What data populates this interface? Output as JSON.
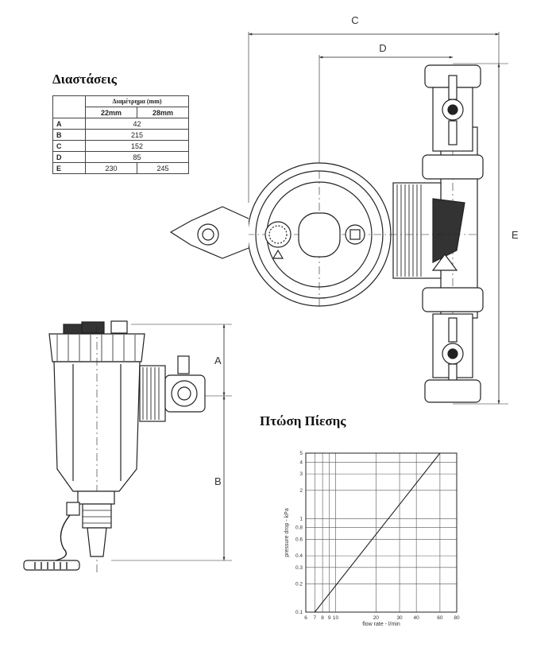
{
  "dimensions": {
    "title": "Διαστάσεις",
    "header": "Διαμέτρημα (mm)",
    "sub_headers": [
      "22mm",
      "28mm"
    ],
    "rows": [
      {
        "label": "A",
        "value": "42"
      },
      {
        "label": "B",
        "value": "215"
      },
      {
        "label": "C",
        "value": "152"
      },
      {
        "label": "D",
        "value": "85"
      },
      {
        "label": "E",
        "v22": "230",
        "v28": "245"
      }
    ]
  },
  "drawing_labels": {
    "A": "A",
    "B": "B",
    "C": "C",
    "D": "D",
    "E": "E"
  },
  "chart_title": "Πτώση Πίεσης",
  "chart_data": {
    "type": "line",
    "xlabel": "flow rate - l/min",
    "ylabel": "pressure drop - kPa",
    "x_scale": "log",
    "y_scale": "log",
    "xlim": [
      6,
      80
    ],
    "ylim": [
      0.1,
      5
    ],
    "x_ticks": [
      6,
      7,
      8,
      9,
      10,
      20,
      30,
      40,
      60,
      80
    ],
    "x_tick_labels": [
      "6",
      "7",
      "8",
      "9",
      "10",
      "20",
      "30",
      "40",
      "60",
      "80"
    ],
    "y_ticks": [
      0.1,
      0.2,
      0.3,
      0.4,
      0.6,
      0.8,
      1,
      2,
      3,
      4,
      5
    ],
    "y_tick_labels": [
      "0.1",
      "0.2",
      "0.3",
      "0.4",
      "0.6",
      "0.8",
      "1",
      "2",
      "3",
      "4",
      "5"
    ],
    "grid": true,
    "series": [
      {
        "x": [
          7,
          60
        ],
        "y": [
          0.1,
          5
        ]
      }
    ]
  }
}
